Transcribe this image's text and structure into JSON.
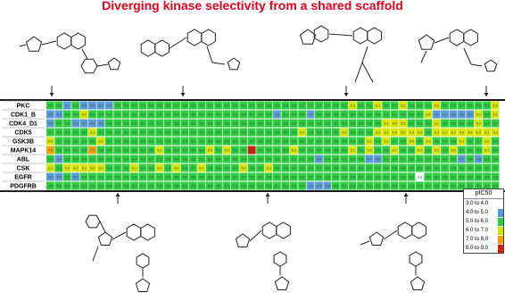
{
  "banner_text": "Diverging kinase selectivity from a shared scaffold",
  "colors": {
    "frame": "#1a1a1a",
    "row_header_bg": "#ffffff",
    "bond": "#222222",
    "bin_colors": [
      "#ffffff",
      "#5b9bd5",
      "#2ecc40",
      "#d4e600",
      "#f0a000",
      "#d02010"
    ]
  },
  "chart_data": {
    "type": "heatmap",
    "title": "",
    "xlabel": "",
    "ylabel": "",
    "rows": [
      "PKC",
      "CDK1_B",
      "CDK4_D1",
      "CDK5",
      "GSK3B",
      "MAPK14",
      "ABL",
      "CSK",
      "EGFR",
      "PDGFRB"
    ],
    "n_columns": 54,
    "value_range": [
      3,
      9
    ],
    "legend_title": "pIC50",
    "legend_position": "bottom-right",
    "bins": [
      {
        "label": "3.0 to 4.0",
        "min": 3,
        "max": 4
      },
      {
        "label": "4.0 to 5.0",
        "min": 4,
        "max": 5
      },
      {
        "label": "5.0 to 6.0",
        "min": 5,
        "max": 6
      },
      {
        "label": "6.0 to 7.0",
        "min": 6,
        "max": 7
      },
      {
        "label": "7.0 to 8.0",
        "min": 7,
        "max": 8
      },
      {
        "label": "8.0 to 9.0",
        "min": 8,
        "max": 9
      }
    ],
    "values": [
      [
        5.2,
        5.6,
        4.7,
        5.6,
        4.4,
        4.7,
        4.7,
        4.4,
        5.5,
        5.3,
        5.4,
        5.6,
        5.2,
        5.8,
        5.5,
        5.1,
        5.6,
        5.3,
        5.4,
        5.8,
        5.2,
        5.5,
        5.6,
        5.7,
        5.3,
        5.2,
        5.5,
        5.4,
        5.8,
        5.6,
        5.3,
        5.1,
        5.4,
        5.7,
        5.5,
        5.2,
        6.3,
        5.6,
        5.4,
        6.1,
        5.5,
        5.3,
        6.2,
        5.6,
        5.8,
        5.4,
        6.0,
        5.5,
        5.3,
        5.7,
        5.4,
        5.6,
        5.9,
        6.1
      ],
      [
        4.8,
        4.9,
        5.6,
        5.2,
        6.1,
        5.9,
        5.4,
        5.2,
        5.0,
        5.3,
        5.6,
        5.8,
        5.5,
        5.3,
        5.7,
        5.4,
        5.2,
        5.6,
        5.8,
        5.5,
        5.3,
        5.4,
        5.1,
        5.6,
        5.7,
        5.2,
        5.5,
        4.6,
        5.3,
        5.4,
        5.6,
        4.7,
        5.5,
        5.8,
        5.3,
        5.1,
        5.4,
        5.6,
        5.5,
        5.8,
        5.2,
        5.3,
        5.6,
        5.4,
        5.7,
        6.4,
        4.6,
        4.7,
        4.8,
        4.6,
        4.7,
        6.1,
        5.8,
        6.1
      ],
      [
        4.9,
        5.7,
        5.6,
        4.9,
        4.7,
        4.9,
        4.8,
        5.5,
        5.3,
        5.6,
        5.8,
        5.1,
        5.4,
        5.7,
        5.2,
        5.5,
        5.3,
        5.6,
        5.4,
        5.8,
        5.5,
        5.2,
        5.6,
        5.3,
        5.7,
        5.4,
        5.5,
        5.2,
        5.6,
        5.3,
        5.8,
        5.5,
        5.4,
        5.7,
        5.2,
        5.6,
        5.3,
        5.5,
        5.8,
        5.4,
        6.2,
        6.0,
        6.3,
        5.7,
        5.5,
        5.9,
        6.1,
        5.4,
        5.6,
        5.8,
        5.3,
        6.0,
        5.5,
        5.7
      ],
      [
        5.1,
        5.4,
        5.5,
        5.3,
        5.6,
        6.1,
        5.2,
        5.5,
        5.8,
        5.4,
        5.6,
        5.3,
        5.7,
        5.5,
        5.2,
        5.6,
        5.4,
        5.8,
        5.5,
        5.3,
        5.6,
        5.4,
        5.7,
        5.5,
        5.2,
        5.6,
        5.3,
        5.8,
        5.5,
        5.4,
        6.2,
        5.6,
        5.3,
        5.7,
        5.5,
        6.0,
        5.4,
        5.6,
        5.2,
        6.3,
        6.1,
        6.4,
        6.2,
        6.5,
        6.0,
        5.8,
        6.3,
        6.1,
        6.2,
        6.0,
        6.4,
        6.2,
        6.1,
        6.3
      ],
      [
        6.0,
        5.7,
        5.5,
        5.6,
        5.4,
        5.8,
        6.2,
        5.7,
        5.3,
        5.6,
        5.5,
        5.8,
        5.4,
        5.6,
        5.3,
        5.7,
        5.5,
        5.2,
        5.6,
        5.4,
        5.8,
        5.5,
        5.3,
        5.6,
        5.7,
        5.4,
        5.5,
        5.8,
        5.6,
        5.3,
        5.5,
        5.7,
        5.4,
        5.6,
        5.8,
        5.5,
        5.3,
        5.6,
        6.1,
        5.4,
        6.2,
        5.7,
        5.5,
        6.0,
        5.6,
        6.3,
        5.8,
        5.4,
        5.6,
        6.1,
        5.5,
        5.7,
        6.2,
        5.4
      ],
      [
        7.0,
        5.6,
        5.5,
        5.4,
        5.6,
        7.2,
        5.8,
        5.5,
        5.7,
        5.4,
        5.6,
        5.8,
        5.5,
        6.1,
        5.6,
        5.4,
        5.7,
        5.5,
        5.8,
        6.6,
        5.4,
        6.0,
        5.6,
        5.5,
        8.4,
        5.6,
        5.8,
        5.4,
        5.5,
        6.2,
        5.6,
        5.4,
        5.7,
        5.5,
        5.3,
        5.6,
        6.1,
        5.4,
        6.0,
        5.5,
        5.8,
        6.2,
        5.6,
        5.4,
        6.3,
        5.5,
        6.1,
        5.7,
        6.0,
        5.5,
        5.9,
        5.4,
        6.1,
        5.6
      ],
      [
        5.3,
        4.8,
        5.5,
        5.6,
        5.4,
        5.7,
        5.5,
        5.3,
        5.6,
        5.8,
        5.4,
        5.5,
        5.7,
        5.3,
        5.6,
        5.4,
        5.8,
        5.5,
        5.2,
        5.6,
        5.4,
        5.7,
        5.5,
        5.3,
        5.8,
        5.6,
        5.4,
        5.5,
        5.7,
        5.3,
        5.6,
        5.5,
        4.6,
        5.4,
        5.8,
        5.5,
        5.3,
        5.6,
        4.7,
        4.6,
        5.5,
        5.4,
        5.7,
        5.6,
        5.3,
        5.5,
        5.8,
        5.4,
        5.6,
        4.7,
        5.5,
        4.8,
        5.6,
        5.4
      ],
      [
        6.1,
        5.9,
        6.0,
        6.2,
        6.1,
        6.0,
        6.2,
        5.5,
        5.7,
        5.8,
        6.1,
        5.4,
        5.6,
        6.2,
        5.8,
        6.0,
        5.5,
        5.7,
        6.1,
        5.6,
        5.8,
        5.4,
        5.7,
        6.2,
        5.9,
        5.5,
        6.0,
        5.6,
        5.8,
        5.4,
        5.6,
        5.5,
        5.7,
        5.4,
        5.8,
        5.5,
        5.6,
        5.3,
        5.7,
        5.5,
        5.4,
        5.6,
        5.8,
        5.5,
        5.3,
        5.6,
        5.4,
        5.7,
        5.5,
        5.3,
        5.6,
        5.4,
        5.5,
        5.7
      ],
      [
        4.7,
        4.9,
        5.5,
        4.7,
        5.4,
        5.2,
        5.6,
        5.5,
        5.3,
        5.6,
        5.8,
        5.4,
        5.5,
        5.7,
        5.3,
        5.6,
        5.4,
        5.5,
        5.8,
        5.6,
        5.3,
        5.5,
        5.7,
        5.4,
        5.6,
        5.5,
        5.8,
        5.3,
        5.6,
        5.4,
        5.5,
        5.7,
        5.3,
        5.6,
        5.4,
        5.5,
        5.8,
        5.6,
        5.3,
        5.5,
        5.4,
        5.7,
        5.6,
        5.3,
        3.8,
        5.5,
        5.4,
        5.6,
        5.7,
        5.3,
        5.5,
        5.6,
        5.4,
        5.8
      ],
      [
        5.6,
        5.4,
        5.5,
        5.7,
        5.3,
        5.6,
        5.8,
        5.5,
        5.4,
        5.6,
        5.3,
        5.7,
        5.5,
        5.4,
        5.6,
        5.8,
        5.3,
        5.5,
        5.7,
        5.4,
        5.6,
        5.5,
        5.3,
        5.8,
        5.6,
        5.4,
        5.5,
        5.7,
        5.3,
        5.6,
        5.4,
        4.7,
        4.9,
        4.8,
        5.5,
        5.7,
        5.4,
        5.6,
        5.3,
        5.5,
        5.8,
        5.4,
        5.6,
        5.5,
        5.3,
        5.7,
        5.6,
        5.4,
        5.5,
        5.8,
        5.3,
        5.6,
        5.4,
        5.5
      ]
    ]
  },
  "molecules": [
    {
      "name": "compound-top-1"
    },
    {
      "name": "compound-top-2"
    },
    {
      "name": "compound-top-3"
    },
    {
      "name": "compound-top-4"
    },
    {
      "name": "compound-bottom-1"
    },
    {
      "name": "compound-bottom-2"
    },
    {
      "name": "compound-bottom-3"
    }
  ]
}
